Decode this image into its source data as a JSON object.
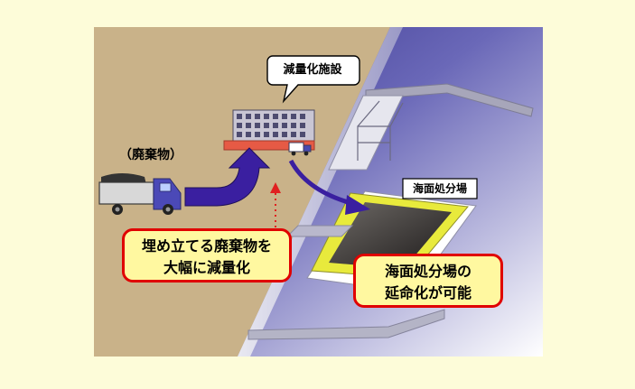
{
  "labels": {
    "facility": "減量化施設",
    "waste": "（廃棄物）",
    "sea_site": "海面処分場"
  },
  "boxes": {
    "reduce_line1": "埋め立てる廃棄物を",
    "reduce_line2": "大幅に減量化",
    "extend_line1": "海面処分場の",
    "extend_line2": "延命化が可能"
  },
  "colors": {
    "page_bg": "#fdfcd9",
    "land": "#c9b289",
    "sea_dark": "#3d3a95",
    "arrow": "#3a1fa0",
    "box_fill": "#fff8a0",
    "box_border": "#e00000",
    "site_frame": "#e8ea3c",
    "facility_base": "#e65a45"
  }
}
